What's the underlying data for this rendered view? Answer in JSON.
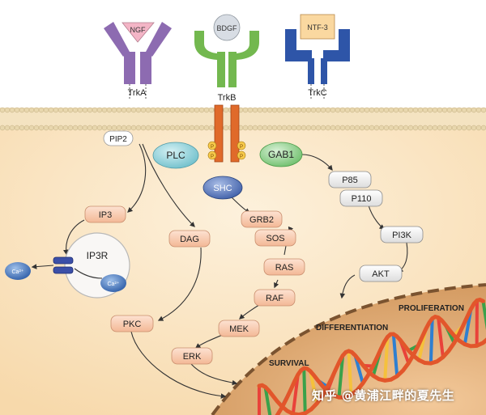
{
  "receptors": {
    "trka": {
      "ligand": "NGF",
      "receptor": "TrkA"
    },
    "trkb": {
      "ligand": "BDGF",
      "receptor": "TrkB"
    },
    "trkc": {
      "ligand": "NTF-3",
      "receptor": "TrkC"
    }
  },
  "phospho_label": "P",
  "nodes": {
    "pip2": "PIP2",
    "plc": "PLC",
    "gab1": "GAB1",
    "ip3": "IP3",
    "dag": "DAG",
    "ip3r": "IP3R",
    "ca_outer": "Ca²⁺",
    "ca_inner": "Ca²⁺",
    "pkc": "PKC",
    "shc": "SHC",
    "grb2": "GRB2",
    "sos": "SOS",
    "ras": "RAS",
    "raf": "RAF",
    "mek": "MEK",
    "erk": "ERK",
    "p85": "P85",
    "p110": "P110",
    "pi3k": "PI3K",
    "akt": "AKT"
  },
  "outcomes": {
    "proliferation": "PROLIFERATION",
    "differentiation": "DIFFERENTIATION",
    "survival": "SURVIVAL"
  },
  "watermark": "知乎 @黄浦江畔的夏先生",
  "colors": {
    "cytoplasm": "#fbe8cc",
    "membrane_head": "#ead9b3",
    "trka": "#8d6bb1",
    "trkb": "#73b84f",
    "trkc": "#2e55a8",
    "ngf": "#f3b5c6",
    "bdgf": "#d8dde4",
    "ntf3": "#fad8a0",
    "trk_stem": "#e06a2a",
    "plc": "#9fd8e0",
    "gab1": "#a2d7a0",
    "shc": "#5b7bbd",
    "pink_box": "#f7c9ad",
    "grey_box": "#eeeeee",
    "nucleus": "#d9a46b"
  }
}
